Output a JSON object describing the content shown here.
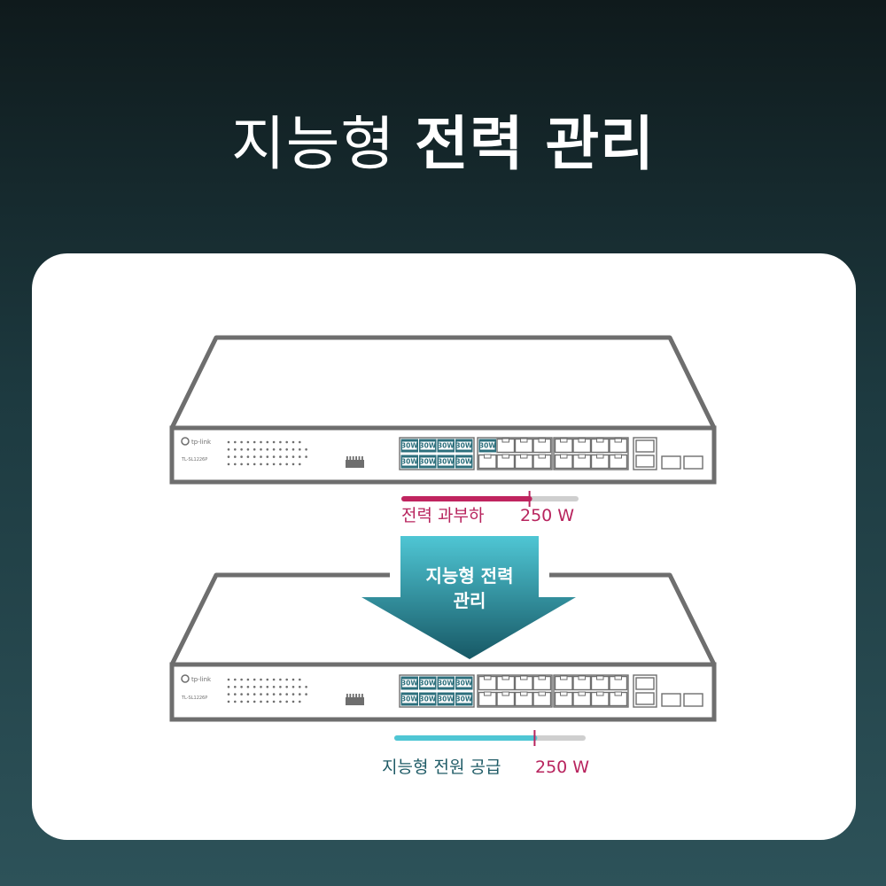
{
  "title": {
    "light": "지능형",
    "bold": "전력 관리"
  },
  "switches": [
    {
      "brand": "tp-link",
      "model": "TL-SL1226P",
      "port_badge": "30W",
      "badged_ports": 9,
      "status": {
        "label": "전력 과부하",
        "value": "250 W",
        "fill_fraction": 0.73,
        "marker_fraction": 0.73,
        "bar_color": "#c0245f"
      }
    },
    {
      "brand": "tp-link",
      "model": "TL-SL1226P",
      "port_badge": "30W",
      "badged_ports": 8,
      "status": {
        "label": "지능형 전원 공급",
        "value": "250 W",
        "fill_fraction": 0.74,
        "marker_fraction": 0.74,
        "bar_color": "#4fc6d4"
      }
    }
  ],
  "arrow": {
    "text_line1": "지능형 전력",
    "text_line2": "관리"
  },
  "colors": {
    "outline": "#6e6e6e",
    "badge": "#2c6f7c",
    "bar_track": "#cfcfcf",
    "value_color": "#b8245e",
    "arrow_top": "#4fc6d4",
    "arrow_bottom": "#175865"
  }
}
